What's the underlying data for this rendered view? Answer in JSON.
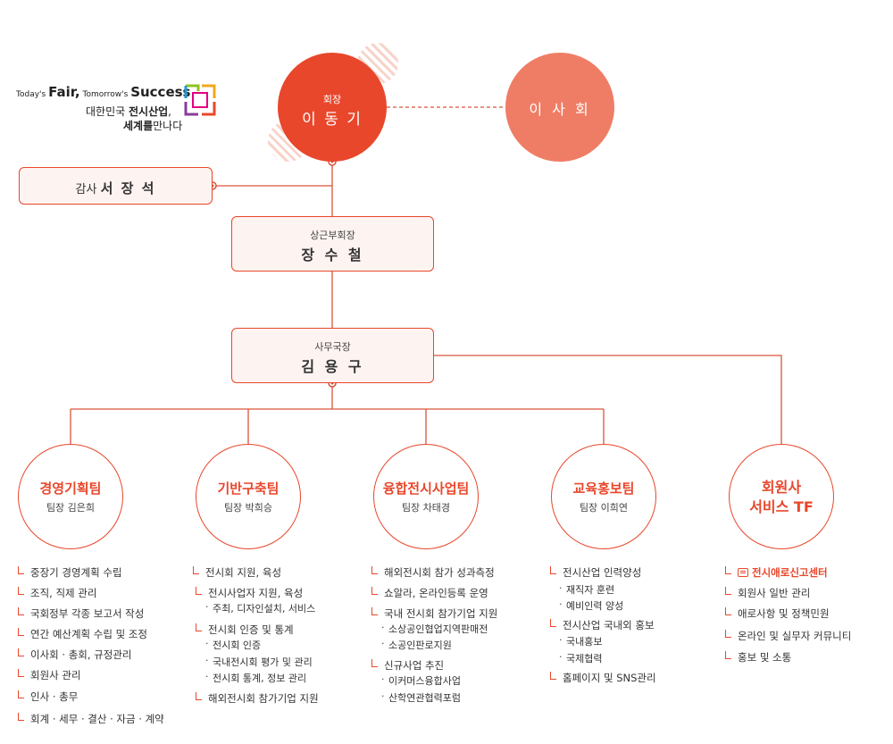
{
  "logo": {
    "tagline_pre1": "Today's",
    "tagline_fair": "Fair,",
    "tagline_pre2": "Tomorrow's",
    "tagline_success": "Success",
    "line2_pre": "대한민국",
    "line2_bold": "전시산업",
    "line2_post": ",",
    "line3_bold": "세계를",
    "line3_post": "만나다"
  },
  "chair": {
    "role": "회장",
    "name": "이 동 기"
  },
  "board": {
    "name": "이 사 회"
  },
  "audit": {
    "role": "감사",
    "name": "서 장 석"
  },
  "vice": {
    "role": "상근부회장",
    "name": "장 수 철"
  },
  "secretary": {
    "role": "사무국장",
    "name": "김 용 구"
  },
  "teams": [
    {
      "name": "경영기획팀",
      "leader": "팀장 김은희",
      "duties": [
        {
          "text": "중장기 경영계획 수립",
          "level": "main"
        },
        {
          "text": "조직, 직제 관리",
          "level": "main"
        },
        {
          "text": "국회정부 각종 보고서 작성",
          "level": "main"
        },
        {
          "text": "연간 예산계획 수립 및 조정",
          "level": "main"
        },
        {
          "text": "이사회 · 총회, 규정관리",
          "level": "main"
        },
        {
          "text": "회원사 관리",
          "level": "main"
        },
        {
          "text": "인사 · 총무",
          "level": "main"
        },
        {
          "text": "회계 · 세무 · 결산 · 자금 · 계약",
          "level": "main"
        }
      ]
    },
    {
      "name": "기반구축팀",
      "leader": "팀장 박희승",
      "duties": [
        {
          "text": "전시회 지원, 육성",
          "level": "main"
        },
        {
          "text": "전시사업자 지원, 육성",
          "level": "main"
        },
        {
          "text": "주최, 디자인설치, 서비스",
          "level": "sub"
        },
        {
          "text": "전시회 인증 및 통계",
          "level": "main"
        },
        {
          "text": "전시회 인증",
          "level": "sub"
        },
        {
          "text": "국내전시회 평가 및 관리",
          "level": "sub"
        },
        {
          "text": "전시회 통계, 정보 관리",
          "level": "sub"
        },
        {
          "text": "해외전시회 참가기업 지원",
          "level": "main"
        }
      ]
    },
    {
      "name": "융합전시사업팀",
      "leader": "팀장 차태경",
      "duties": [
        {
          "text": "해외전시회 참가 성과측정",
          "level": "main"
        },
        {
          "text": "쇼알라, 온라인등록 운영",
          "level": "main"
        },
        {
          "text": "국내 전시회 참가기업 지원",
          "level": "main"
        },
        {
          "text": "소상공인협업지역판매전",
          "level": "sub"
        },
        {
          "text": "소공인판로지원",
          "level": "sub"
        },
        {
          "text": "신규사업 추진",
          "level": "main"
        },
        {
          "text": "이커머스융합사업",
          "level": "sub"
        },
        {
          "text": "산학연관협력포럼",
          "level": "sub"
        }
      ]
    },
    {
      "name": "교육홍보팀",
      "leader": "팀장 이희연",
      "duties": [
        {
          "text": "전시산업 인력양성",
          "level": "main"
        },
        {
          "text": "재직자 훈련",
          "level": "sub"
        },
        {
          "text": "예비인력 양성",
          "level": "sub"
        },
        {
          "text": "전시산업 국내외 홍보",
          "level": "main"
        },
        {
          "text": "국내홍보",
          "level": "sub"
        },
        {
          "text": "국제협력",
          "level": "sub"
        },
        {
          "text": "홈페이지 및 SNS관리",
          "level": "main"
        }
      ]
    },
    {
      "name_line1": "회원사",
      "name_line2": "서비스 TF",
      "duties": [
        {
          "text": "전시애로신고센터",
          "level": "main",
          "highlight": true
        },
        {
          "text": "회원사 일반 관리",
          "level": "main"
        },
        {
          "text": "애로사항 및 정책민원",
          "level": "main"
        },
        {
          "text": "온라인 및 실무자 커뮤니티",
          "level": "main"
        },
        {
          "text": "홍보 및 소통",
          "level": "main"
        }
      ]
    }
  ],
  "colors": {
    "accent": "#e8472b",
    "board": "#ef7d66",
    "box_fill": "#fdf3f0",
    "line": "#e8472b"
  }
}
